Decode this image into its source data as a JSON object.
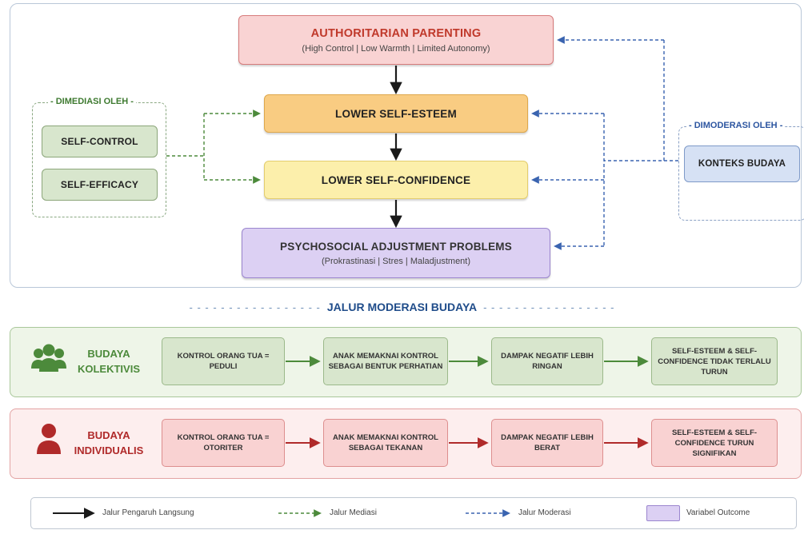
{
  "main": {
    "authoritarian": {
      "title": "AUTHORITARIAN PARENTING",
      "subtitle": "(High Control | Low Warmth | Limited Autonomy)"
    },
    "lower_self_esteem": "LOWER SELF-ESTEEM",
    "lower_self_confidence": "LOWER SELF-CONFIDENCE",
    "psychosocial": {
      "title": "PSYCHOSOCIAL ADJUSTMENT PROBLEMS",
      "subtitle": "(Prokrastinasi | Stres | Maladjustment)"
    }
  },
  "mediator": {
    "label": "DIMEDIASI OLEH",
    "items": [
      "SELF-CONTROL",
      "SELF-EFFICACY"
    ]
  },
  "moderator": {
    "label": "DIMODERASI OLEH",
    "item": "KONTEKS BUDAYA"
  },
  "moderation_title": "JALUR MODERASI BUDAYA",
  "collectivist": {
    "label": "BUDAYA KOLEKTIVIS",
    "steps": [
      "KONTROL ORANG TUA = PEDULI",
      "ANAK MEMAKNAI KONTROL SEBAGAI BENTUK PERHATIAN",
      "DAMPAK NEGATIF LEBIH RINGAN",
      "SELF-ESTEEM & SELF-CONFIDENCE TIDAK TERLALU TURUN"
    ]
  },
  "individualist": {
    "label": "BUDAYA INDIVIDUALIS",
    "steps": [
      "KONTROL ORANG TUA = OTORITER",
      "ANAK MEMAKNAI KONTROL SEBAGAI TEKANAN",
      "DAMPAK NEGATIF LEBIH BERAT",
      "SELF-ESTEEM & SELF-CONFIDENCE TURUN SIGNIFIKAN"
    ]
  },
  "legend": {
    "direct": "Jalur Pengaruh Langsung",
    "mediation": "Jalur Mediasi",
    "moderation": "Jalur Moderasi",
    "outcome": "Variabel Outcome"
  },
  "colors": {
    "direct": "#1a1a1a",
    "mediation": "#4c8a3b",
    "moderation": "#3a64b0",
    "collectivist": "#4c8a3b",
    "individualist": "#b02a2a"
  },
  "icons": {
    "collectivist": "group-people-icon",
    "individualist": "person-icon"
  }
}
